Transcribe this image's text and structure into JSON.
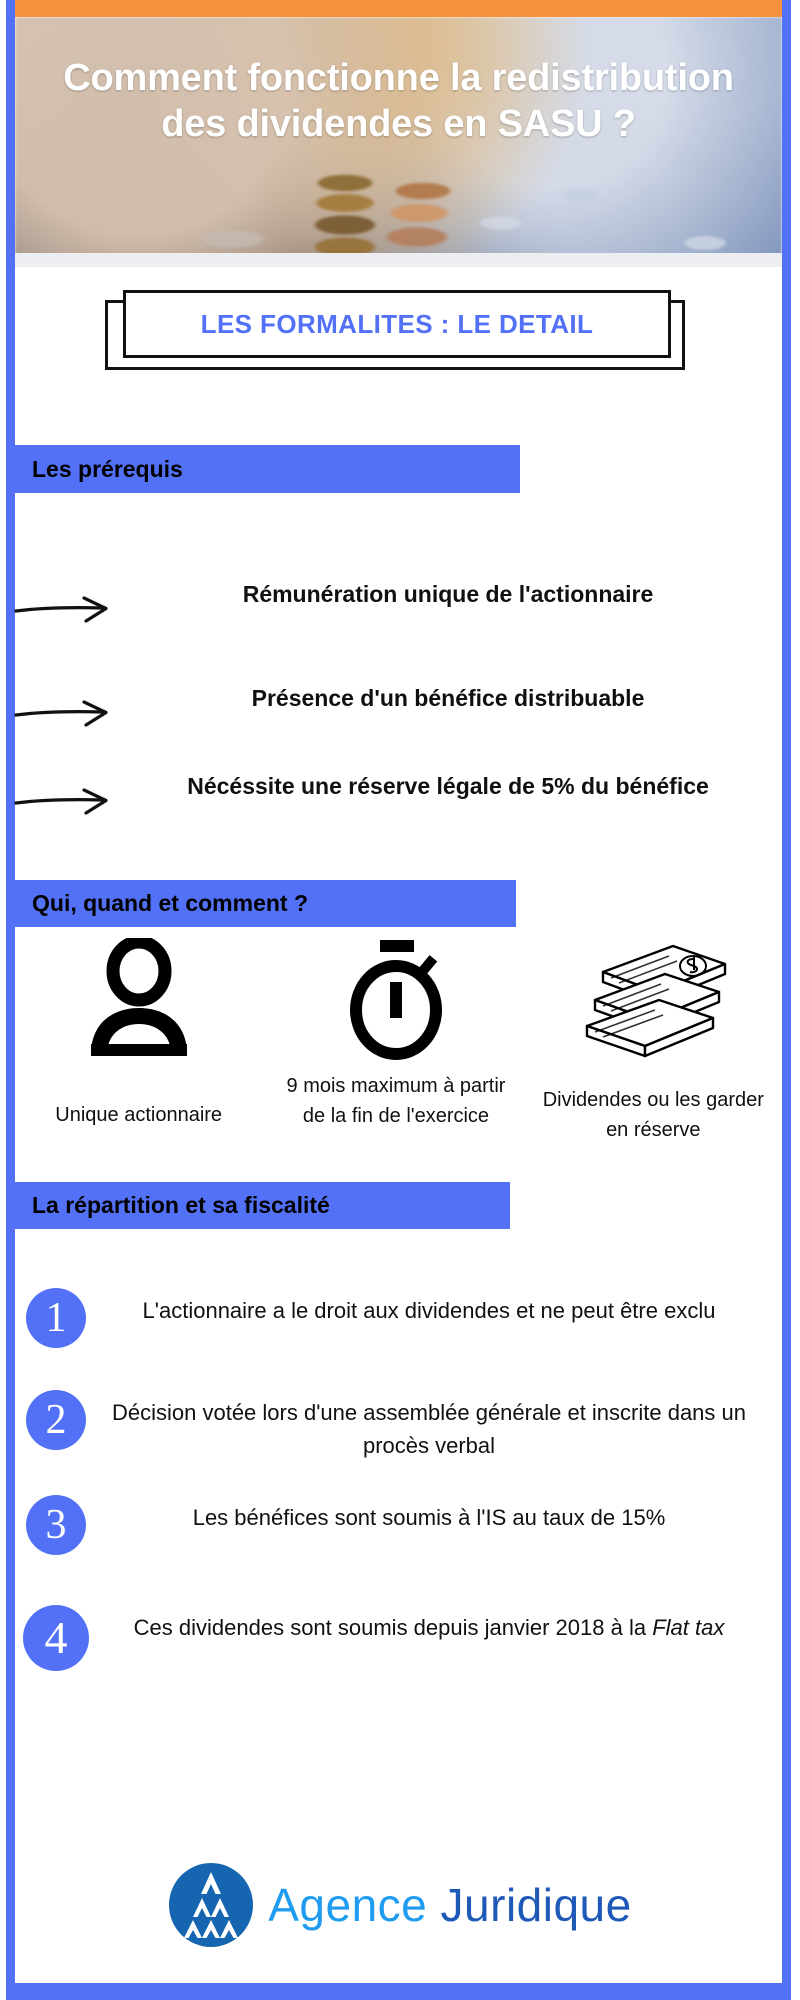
{
  "colors": {
    "accent_blue": "#5271f7",
    "orange_top": "#f7913c",
    "logo_cyan": "#1f9cf0",
    "logo_blue": "#1e59b8"
  },
  "hero": {
    "title": "Comment fonctionne la redistribution des dividendes en SASU ?"
  },
  "formalities": {
    "title": "LES FORMALITES : LE DETAIL"
  },
  "sections": {
    "prerequis": {
      "bar_label": "Les prérequis",
      "items": [
        {
          "icon": "arrow-right-icon",
          "text": "Rémunération unique de l'actionnaire"
        },
        {
          "icon": "arrow-right-icon",
          "text": "Présence d'un bénéfice distribuable"
        },
        {
          "icon": "arrow-right-icon",
          "text": "Nécéssite une réserve légale de 5% du bénéfice"
        }
      ]
    },
    "qui_quand_comment": {
      "bar_label": "Qui, quand et comment ?",
      "items": [
        {
          "icon": "person-icon",
          "caption": "Unique actionnaire"
        },
        {
          "icon": "stopwatch-icon",
          "caption": "9 mois maximum à partir de la fin de l'exercice"
        },
        {
          "icon": "money-stack-icon",
          "caption": "Dividendes ou les garder en réserve"
        }
      ]
    },
    "repartition": {
      "bar_label": "La répartition et sa fiscalité",
      "items": [
        {
          "number": "1",
          "text": "L'actionnaire a le droit aux dividendes et ne peut être exclu"
        },
        {
          "number": "2",
          "text": "Décision votée lors d'une assemblée générale et inscrite dans un procès verbal"
        },
        {
          "number": "3",
          "text": "Les bénéfices sont soumis à l'IS au taux de 15%"
        },
        {
          "number": "4",
          "text_before": "Ces dividendes sont soumis depuis janvier 2018 à la ",
          "text_italic": "Flat tax"
        }
      ]
    }
  },
  "logo": {
    "word_first": "Agence",
    "word_second": "Juridique",
    "mark": "triangle-pyramid-icon"
  }
}
